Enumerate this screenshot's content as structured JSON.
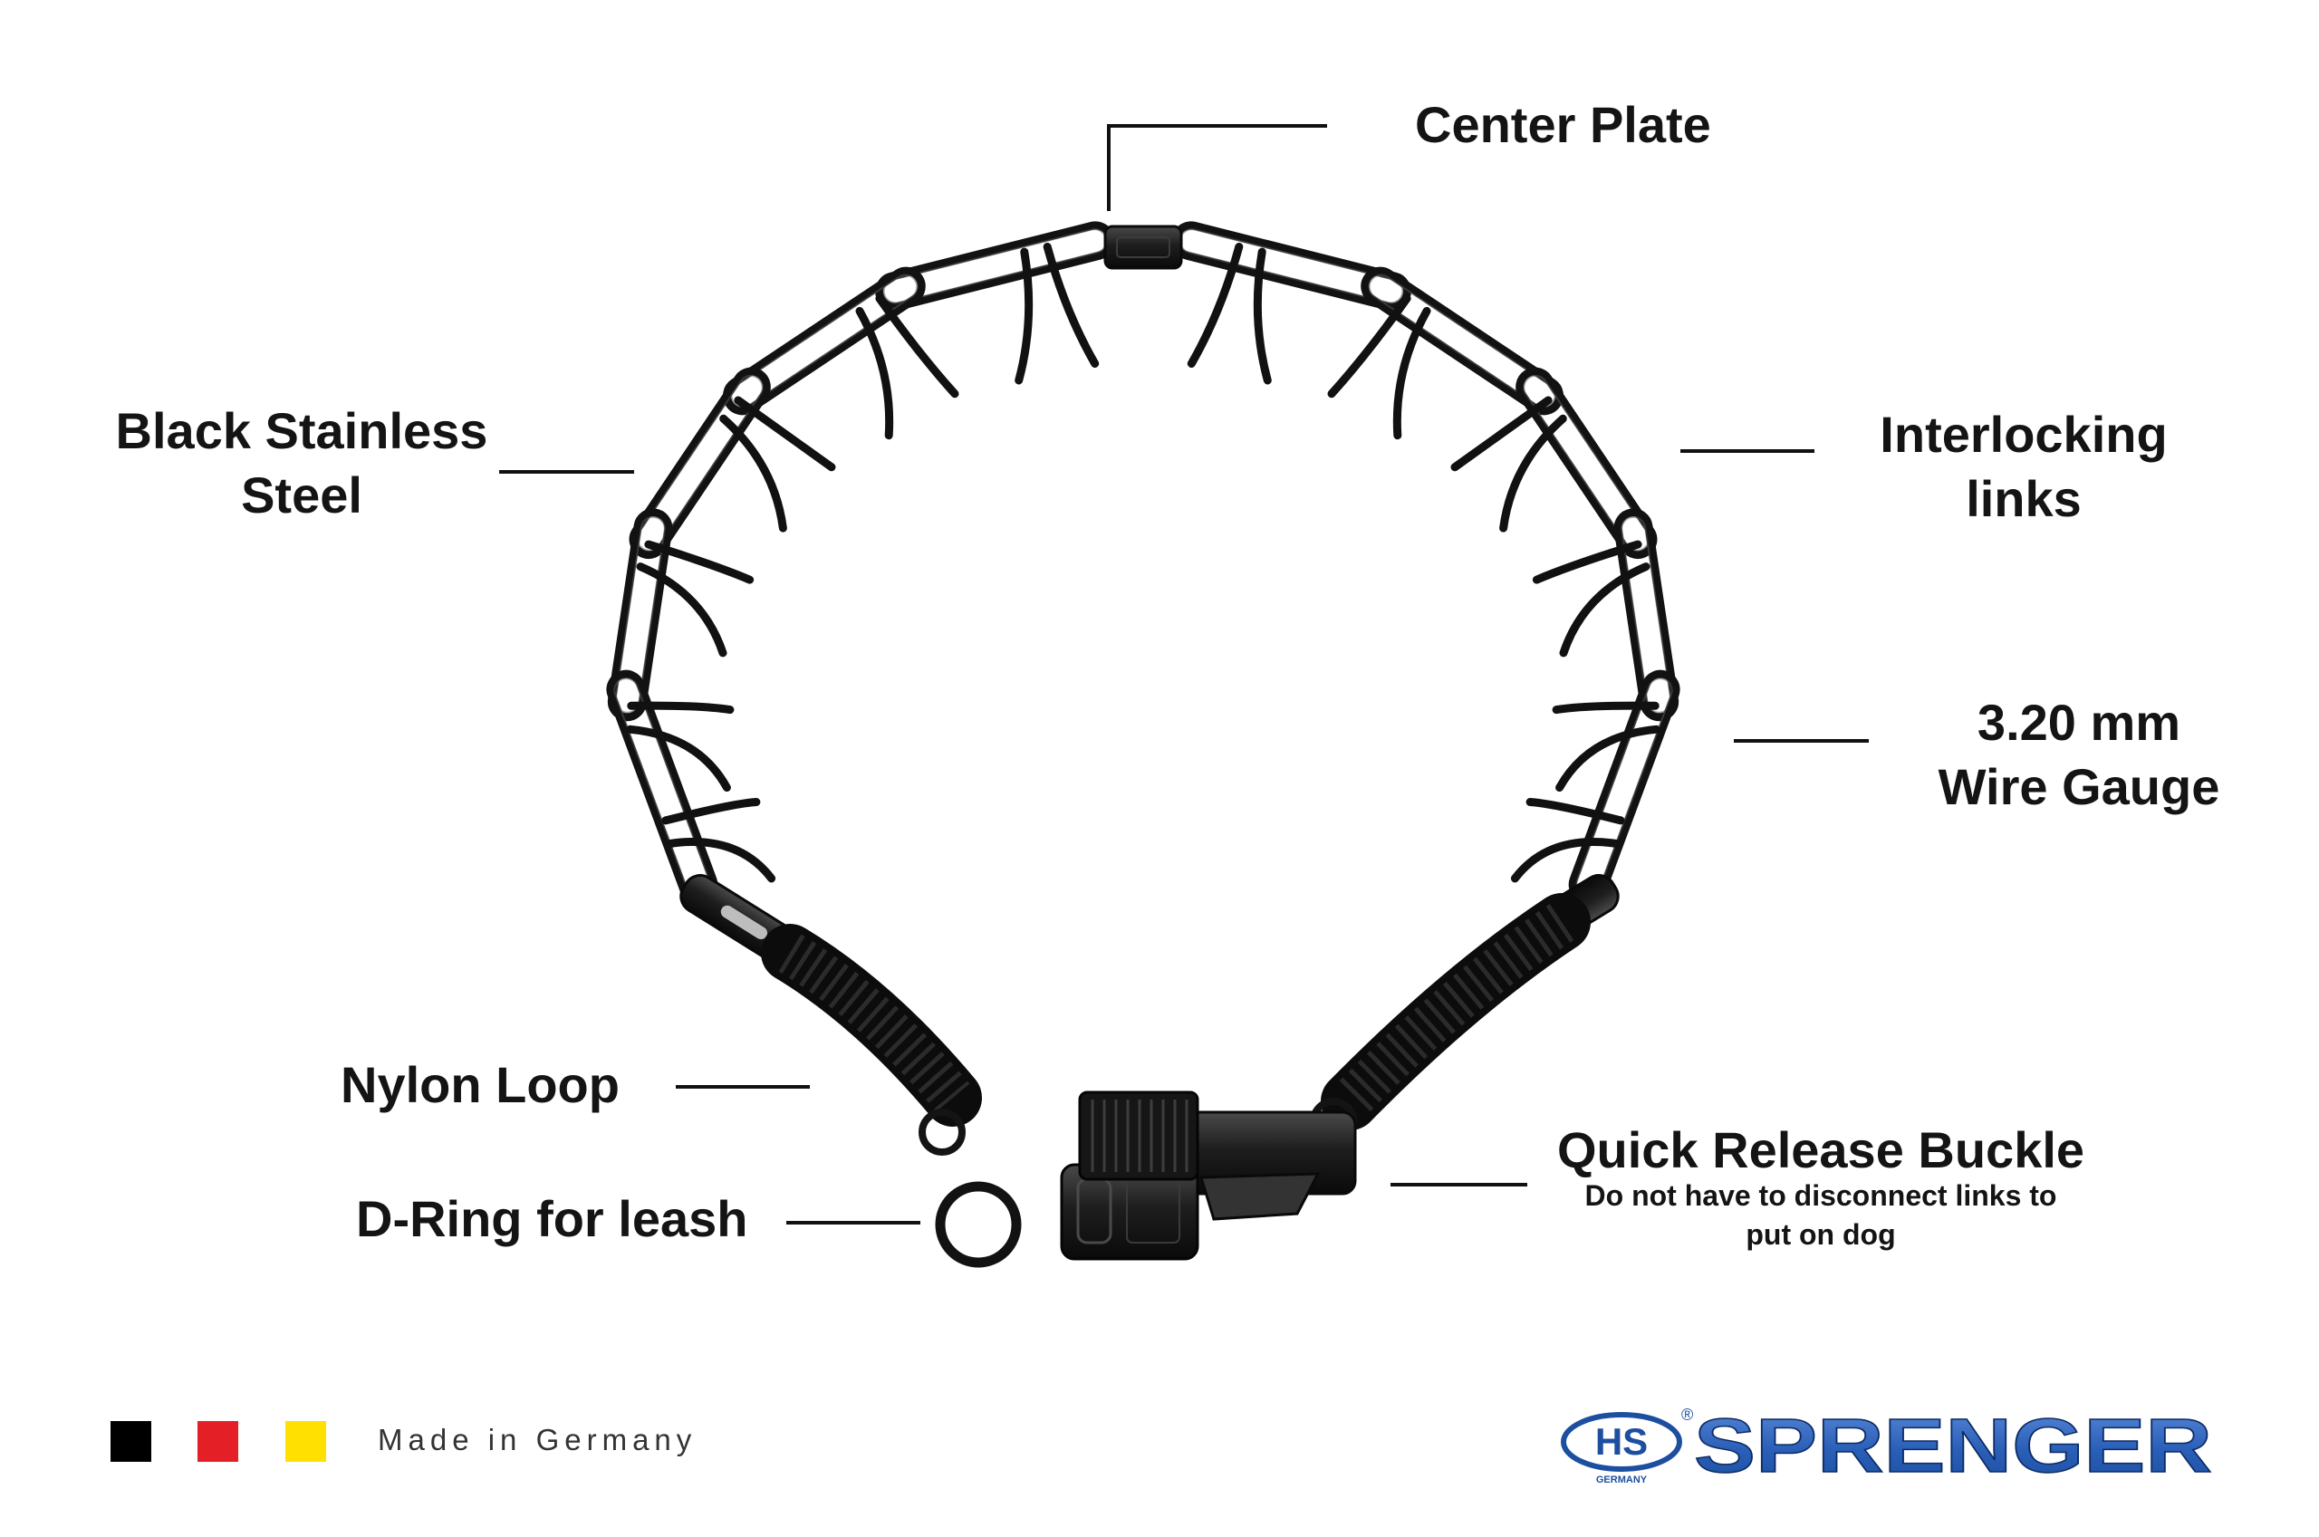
{
  "labels": {
    "center_plate": "Center Plate",
    "black_stainless_steel": {
      "line1": "Black Stainless",
      "line2": "Steel"
    },
    "interlocking_links": {
      "line1": "Interlocking",
      "line2": "links"
    },
    "wire_gauge": {
      "line1": "3.20 mm",
      "line2": "Wire Gauge"
    },
    "nylon_loop": "Nylon Loop",
    "d_ring": "D-Ring for leash",
    "quick_release_buckle": {
      "title": "Quick Release Buckle",
      "note_line1": "Do not have to disconnect links to",
      "note_line2": "put on dog"
    }
  },
  "footer": {
    "flag_colors": [
      "#000000",
      "#e41f26",
      "#ffe000"
    ],
    "made_in": "Made in Germany"
  },
  "brand": {
    "badge": "HS",
    "badge_sub": "GERMANY",
    "registered": "®",
    "name": "SPRENGER",
    "color": "#1c4f9f"
  }
}
